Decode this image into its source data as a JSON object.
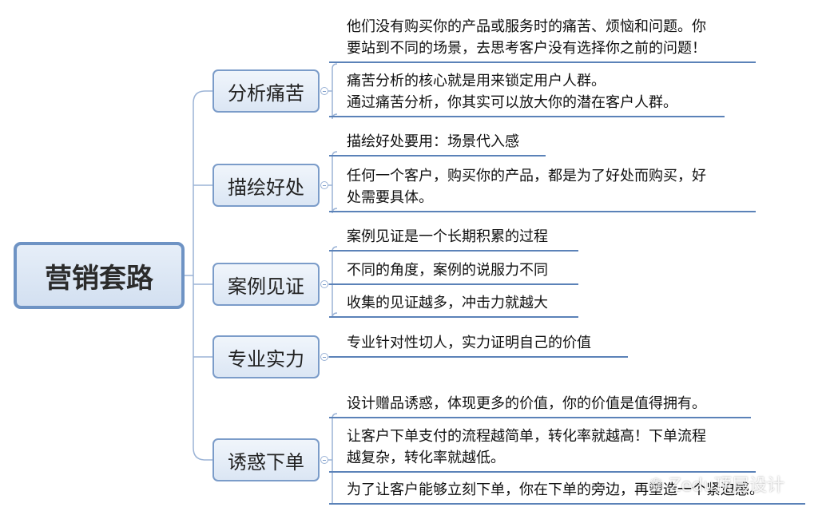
{
  "root": {
    "label": "营销套路"
  },
  "branches": [
    {
      "label": "分析痛苦",
      "leaves": [
        "他们没有购买你的产品或服务时的痛苦、烦恼和问题。你\n要站到不同的场景，去思考客户没有选择你之前的问题！",
        "痛苦分析的核心就是用来锁定用户人群。\n通过痛苦分析，你其实可以放大你的潜在客户人群。"
      ]
    },
    {
      "label": "描绘好处",
      "leaves": [
        "描绘好处要用：场景代入感",
        "任何一个客户，购买你的产品，都是为了好处而购买，好\n处需要具体。"
      ]
    },
    {
      "label": "案例见证",
      "leaves": [
        "案例见证是一个长期积累的过程",
        "不同的角度，案例的说服力不同",
        "收集的见证越多，冲击力就越大"
      ]
    },
    {
      "label": "专业实力",
      "leaves": [
        "专业针对性切人，实力证明自己的价值"
      ]
    },
    {
      "label": "诱惑下单",
      "leaves": [
        "设计赠品诱惑，体现更多的价值，你的价值是值得拥有。",
        "让客户下单支付的流程越简单，转化率就越高！下单流程\n越复杂，转化率就越低。",
        "为了让客户能够立刻下单，你在下单的旁边，再塑造一个紧迫感。"
      ]
    }
  ],
  "watermark": "Zedu顶层设计",
  "colors": {
    "node_border": "#7b9cc9",
    "root_border": "#6e93c4",
    "line": "#5b82b8"
  }
}
